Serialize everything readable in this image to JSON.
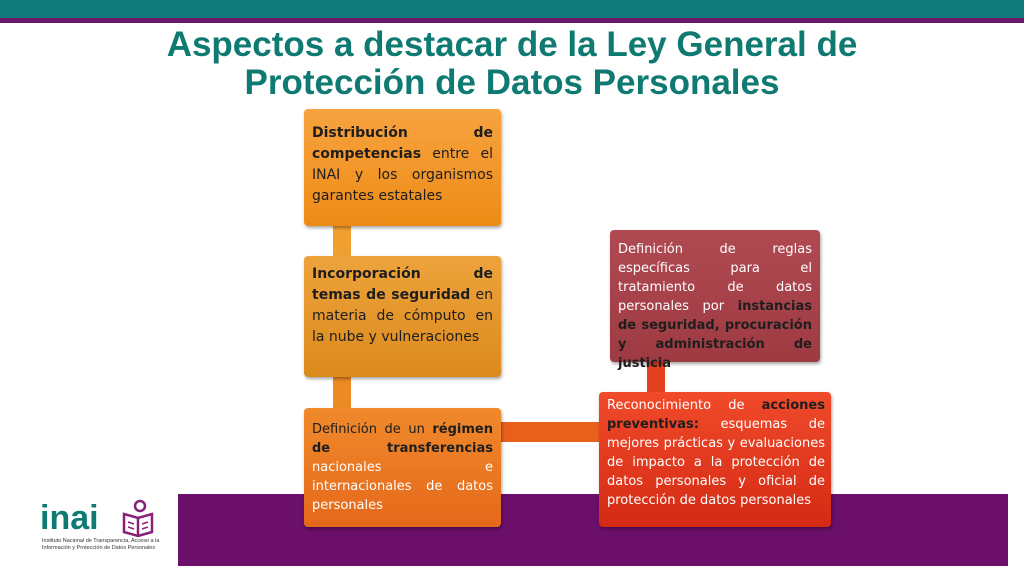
{
  "title": {
    "line1": "Aspectos a destacar de la Ley General de",
    "line2": "Protección de Datos Personales"
  },
  "boxes": {
    "b1": {
      "bold": "Distribución de competencias",
      "rest": " entre el INAI y los organismos garantes estatales"
    },
    "b2": {
      "bold": "Incorporación de temas de seguridad",
      "rest": " en materia de cómputo en la nube y vulneraciones"
    },
    "b3": {
      "pre": "Definición de un ",
      "bold": "régimen de transferencias",
      "rest": " nacionales e internacionales de datos personales"
    },
    "b4": {
      "pre": "Definición de reglas específicas para el tratamiento de datos personales por ",
      "bold": "instancias de seguridad, procuración y administración de justicia"
    },
    "b5": {
      "pre": "Reconocimiento de ",
      "bold": "acciones preventivas:",
      "rest": " esquemas de mejores prácticas y evaluaciones de impacto a la protección de datos personales y oficial de protección de datos personales"
    }
  },
  "logo": {
    "word": "inai",
    "subtitle_line1": "Instituto Nacional de Transparencia, Acceso a la",
    "subtitle_line2": "Información y Protección de Datos Personales",
    "icon": "book-person-icon"
  },
  "colors": {
    "teal": "#0f7a7a",
    "purple": "#6b0f6b",
    "orange": "#ee8b16",
    "dark_red": "#9e3a42",
    "red": "#d42a14"
  }
}
